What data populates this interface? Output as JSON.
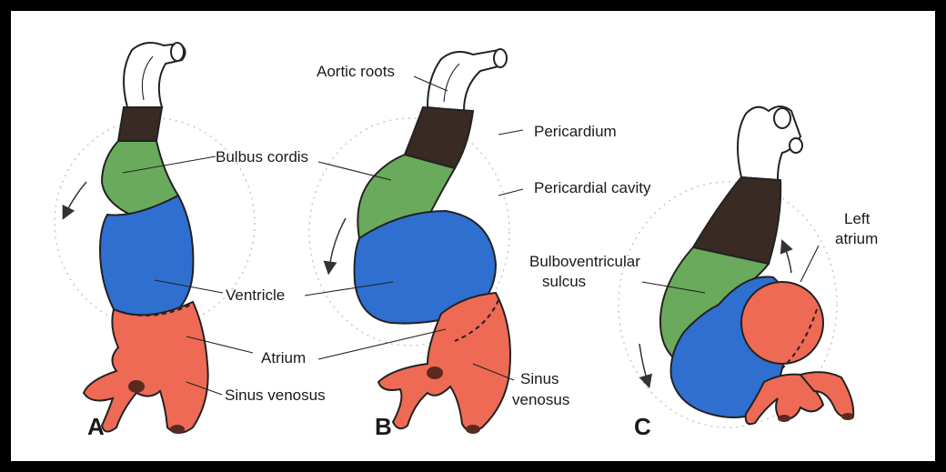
{
  "labels": {
    "aortic_roots": "Aortic roots",
    "bulbus_cordis": "Bulbus cordis",
    "pericardium": "Pericardium",
    "pericardial_cavity": "Pericardial cavity",
    "ventricle": "Ventricle",
    "bulboventricular_1": "Bulboventricular",
    "bulboventricular_2": "sulcus",
    "left_atrium_1": "Left",
    "left_atrium_2": "atrium",
    "atrium": "Atrium",
    "sinus_venosus_a": "Sinus venosus",
    "sinus_venosus_b1": "Sinus",
    "sinus_venosus_b2": "venosus"
  },
  "panels": [
    "A",
    "B",
    "C"
  ],
  "colors": {
    "aortic_roots": "#ffffff",
    "truncus": "#3a2a24",
    "bulbus_cordis": "#6aaa5c",
    "ventricle": "#2f6fd0",
    "atrium": "#ef6a55",
    "frame": "#000000"
  }
}
